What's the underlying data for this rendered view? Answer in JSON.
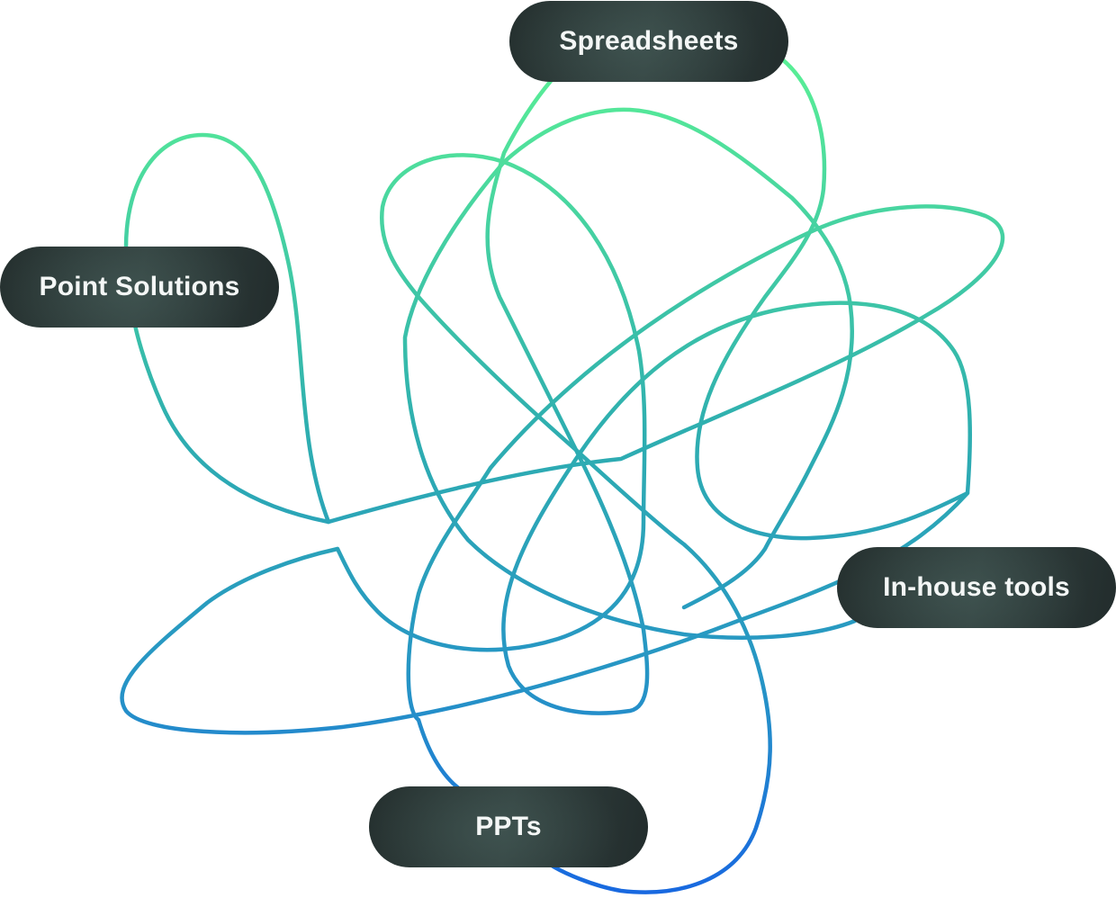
{
  "nodes": {
    "spreadsheets": "Spreadsheets",
    "point_solutions": "Point Solutions",
    "in_house_tools": "In-house tools",
    "ppts": "PPTs"
  },
  "colors": {
    "line_top": "#5af095",
    "line_mid": "#2eaeb0",
    "line_bottom": "#1868e0",
    "pill_dark": "#25302f",
    "pill_light": "#334240",
    "label_text": "#f4f7f6"
  }
}
